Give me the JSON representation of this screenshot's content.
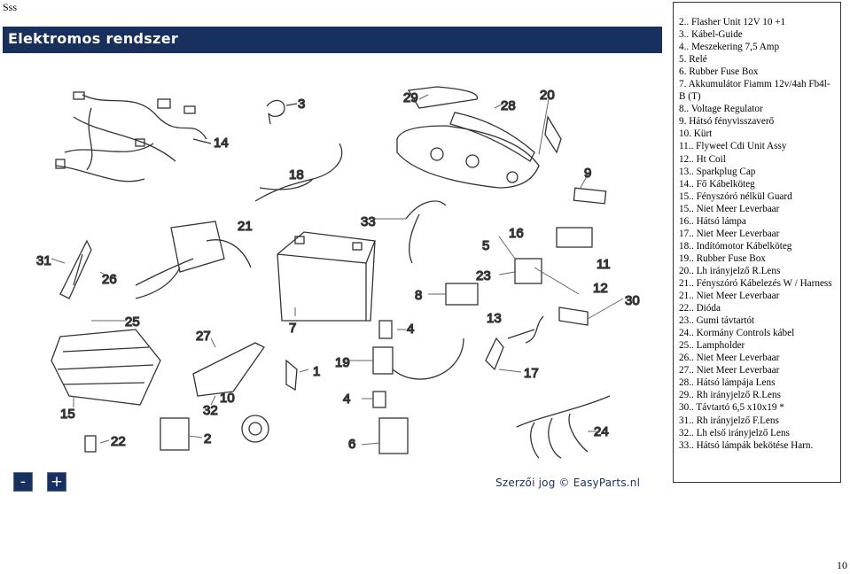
{
  "header_text": "Sss",
  "title": "Elektromos rendszer",
  "legend": [
    "2.. Flasher Unit 12V 10 +1",
    "3.. Kábel-Guide",
    "4.. Meszekering 7,5 Amp",
    "5. Relé",
    "6. Rubber Fuse Box",
    "7. Akkumulátor Fiamm 12v/4ah Fb4l-B (T)",
    "8.. Voltage Regulator",
    "9. Hátsó fényvisszaverő",
    "10. Kürt",
    "11.. Flyweel Cdi Unit Assy",
    "12.. Ht Coil",
    "13.. Sparkplug Cap",
    "14.. Fő Kábelköteg",
    "15.. Fényszóró nélkül Guard",
    "15.. Niet Meer Leverbaar",
    "16.. Hátsó lámpa",
    "17.. Niet Meer Leverbaar",
    "18.. Indítómotor Kábelköteg",
    "19.. Rubber Fuse Box",
    "20.. Lh irányjelző R.Lens",
    "21.. Fényszóró Kábelezés W / Harness",
    "21.. Niet Meer Leverbaar",
    "22.. Dióda",
    "23.. Gumi távtartót",
    "24.. Kormány Controls kábel",
    "25.. Lampholder",
    "26.. Niet Meer Leverbaar",
    "27.. Niet Meer Leverbaar",
    "28.. Hátsó lámpája Lens",
    "29.. Rh irányjelző R.Lens",
    "30.. Távtartó 6,5 x10x19 *",
    "31.. Rh irányjelző F.Lens",
    "32.. Lh első irányjelző Lens",
    "33.. Hátsó lámpák bekötése Harn."
  ],
  "part_numbers": {
    "n14": "14",
    "n3": "3",
    "n18": "18",
    "n29": "29",
    "n28": "28",
    "n20": "20",
    "n9": "9",
    "n33": "33",
    "n16": "16",
    "n21": "21",
    "n31": "31",
    "n26": "26",
    "n5": "5",
    "n11": "11",
    "n23": "23",
    "n12": "12",
    "n30": "30",
    "n8": "8",
    "n7": "7",
    "n25": "25",
    "n27": "27",
    "n4a": "4",
    "n13": "13",
    "n19": "19",
    "n1": "1",
    "n17": "17",
    "n15": "15",
    "n32": "32",
    "n10": "10",
    "n4b": "4",
    "n24": "24",
    "n22": "22",
    "n2": "2",
    "n6": "6"
  },
  "zoom_out_label": "-",
  "zoom_in_label": "+",
  "copyright": "Szerzői jog © EasyParts.nl",
  "page_number": "10",
  "colors": {
    "title_bar": "#17305e",
    "title_text": "#ffffff"
  }
}
